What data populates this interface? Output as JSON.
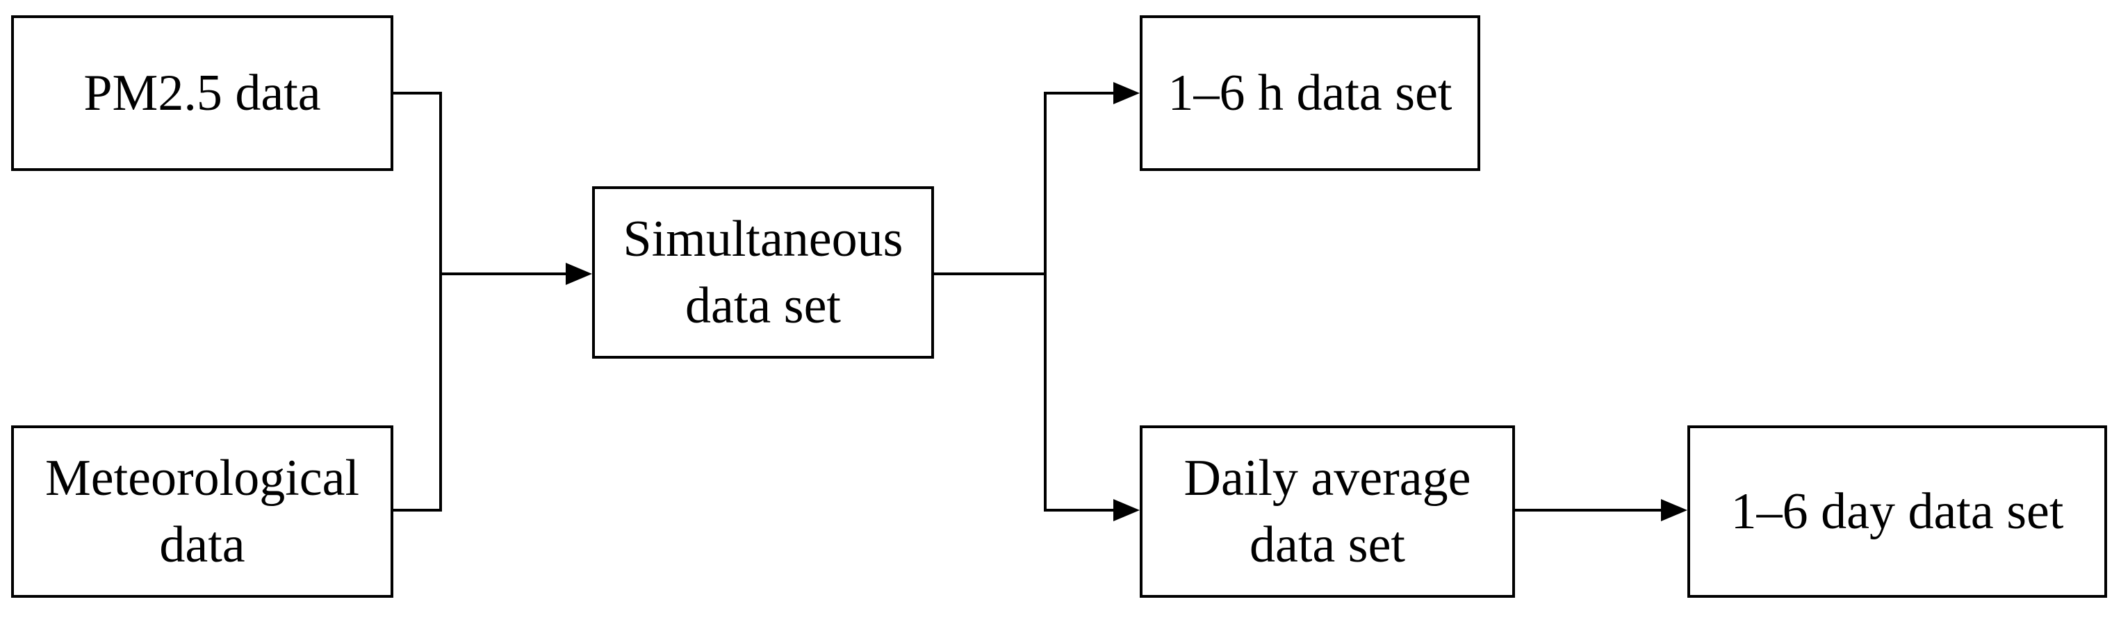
{
  "diagram": {
    "nodes": {
      "pm25": {
        "label": "PM2.5 data"
      },
      "meteorological": {
        "label": "Meteorological\ndata"
      },
      "simultaneous": {
        "label": "Simultaneous\ndata set"
      },
      "hourly": {
        "label": "1–6 h data set"
      },
      "daily_average": {
        "label": "Daily average\ndata set"
      },
      "daily_set": {
        "label": "1–6 day data set"
      }
    },
    "edges": [
      {
        "from": "pm25",
        "to": "simultaneous"
      },
      {
        "from": "meteorological",
        "to": "simultaneous"
      },
      {
        "from": "simultaneous",
        "to": "hourly"
      },
      {
        "from": "simultaneous",
        "to": "daily_average"
      },
      {
        "from": "daily_average",
        "to": "daily_set"
      }
    ]
  }
}
